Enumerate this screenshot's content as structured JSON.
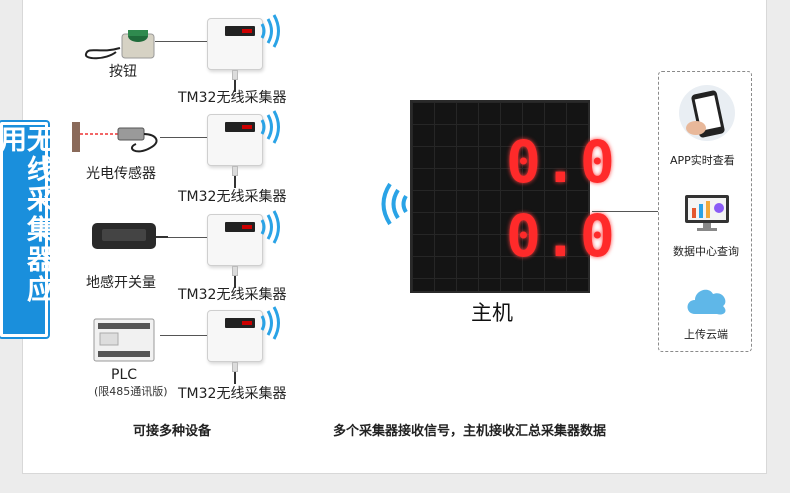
{
  "side_title": "无线采集器应用",
  "collector_label": "TM32无线采集器",
  "devices": [
    {
      "label": "按钮",
      "sublabel": ""
    },
    {
      "label": "光电传感器",
      "sublabel": ""
    },
    {
      "label": "地感开关量",
      "sublabel": ""
    },
    {
      "label": "PLC",
      "sublabel": "(限485通讯版)"
    }
  ],
  "host": {
    "label": "主机",
    "line1": "0.0",
    "line2": "0.0",
    "digit_color": "#ff2a2a"
  },
  "outputs": [
    {
      "label": "APP实时查看",
      "icon": "phone-icon"
    },
    {
      "label": "数据中心查询",
      "icon": "monitor-icon"
    },
    {
      "label": "上传云端",
      "icon": "cloud-icon"
    }
  ],
  "footer_left": "可接多种设备",
  "footer_right": "多个采集器接收信号，主机接收汇总采集器数据",
  "accent": "#1a8fdc"
}
